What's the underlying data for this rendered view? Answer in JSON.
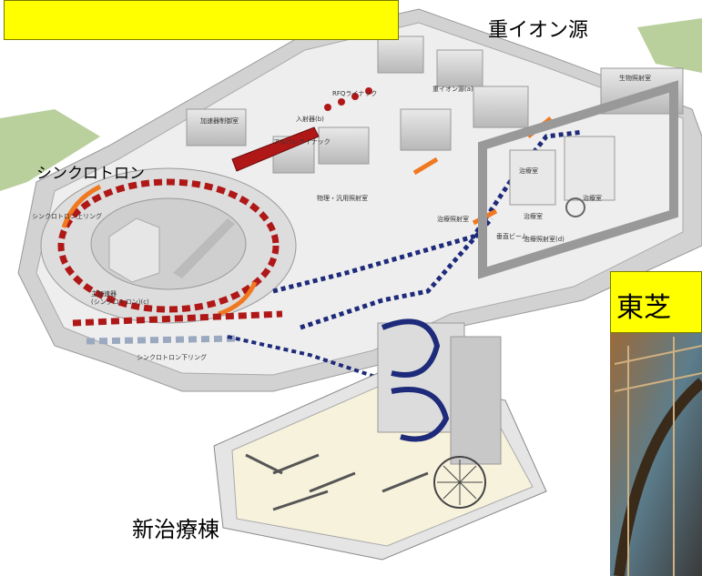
{
  "labels": {
    "heavy_ion_source": "重イオン源",
    "synchrotron": "シンクロトロン",
    "new_treatment_building": "新治療棟",
    "toshiba_partial": "東芝"
  },
  "diagram_labels": {
    "rfq": "RFQライナック",
    "ion_source_a": "重イオン源(a)",
    "injector_b": "入射器(b)",
    "alvarez": "アルバレライナック",
    "accel_control": "加速器制御室",
    "bio_lab": "生物照射室",
    "physics_lab": "物理・汎用照射室",
    "sync_upper": "シンクロトロン上リング",
    "main_accel": "主加速器",
    "main_accel_sub": "(シンクロトロン)(c)",
    "sync_lower": "シンクロトロン下リング",
    "treatment_room_1": "治療室",
    "treatment_room_2": "治療室",
    "treatment_room_3": "治療室",
    "vertical_beam": "垂直ビーム",
    "treatment_hall": "治療照射室",
    "treatment_hall_d": "治療照射室(d)"
  },
  "colors": {
    "banner_yellow": "#ffff00",
    "magnet_red": "#b01818",
    "magnet_blue": "#1e2a7a",
    "beam_arrow": "#f07820",
    "ground_green": "#b9cf9c"
  }
}
